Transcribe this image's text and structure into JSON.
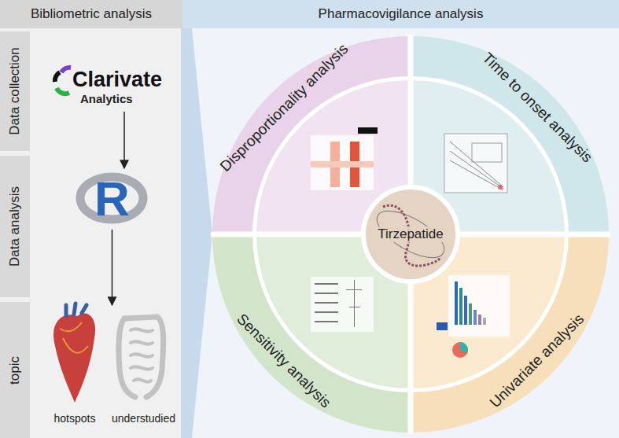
{
  "diagram": {
    "nodes": [
      {
        "text": [
          "Bibliometric analysis"
        ]
      },
      {
        "text": [
          "Pharmacovigilance  analysis"
        ]
      },
      {
        "text": [
          "Data collection"
        ]
      },
      {
        "text": [
          "Data analysis"
        ]
      },
      {
        "text": [
          "topic"
        ]
      },
      {
        "text": [
          "Clarivate",
          "Analytics"
        ]
      },
      {
        "text": [
          "R"
        ]
      },
      {
        "text": [
          "hotspots"
        ]
      },
      {
        "text": [
          "understudied"
        ]
      },
      {
        "text": [
          "Disproportionality analysis"
        ]
      },
      {
        "text": [
          "Time to onset analysis"
        ]
      },
      {
        "text": [
          "Sensitivity analysis"
        ]
      },
      {
        "text": [
          "Univariate analysis"
        ]
      },
      {
        "text": [
          "Tirzepatide"
        ]
      }
    ],
    "edges": [
      {
        "from": 5,
        "to": 6,
        "arrow": "to"
      },
      {
        "from": 6,
        "to": 7,
        "arrow": "to"
      }
    ]
  }
}
